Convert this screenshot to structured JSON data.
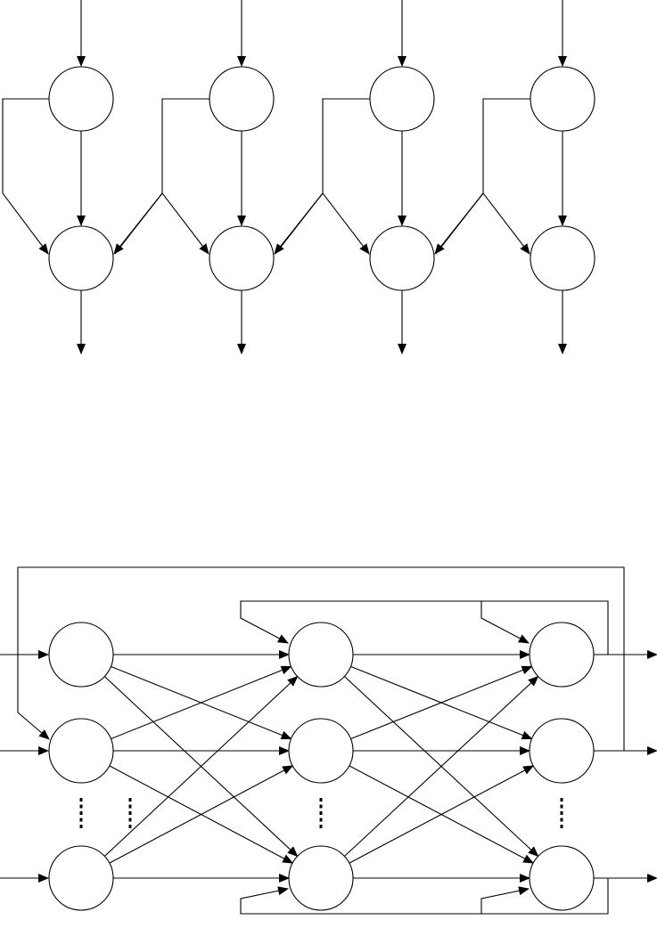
{
  "diagrams": [
    {
      "id": "top-diagram",
      "kind": "network",
      "columns": 4,
      "rows": 2,
      "labels": []
    },
    {
      "id": "bottom-diagram",
      "kind": "neural-network",
      "layers": 3,
      "visible_nodes_per_layer": 3,
      "row_ellipsis": "⋮",
      "labels": []
    }
  ],
  "colors": {
    "stroke": "#000000",
    "background": "#ffffff"
  }
}
